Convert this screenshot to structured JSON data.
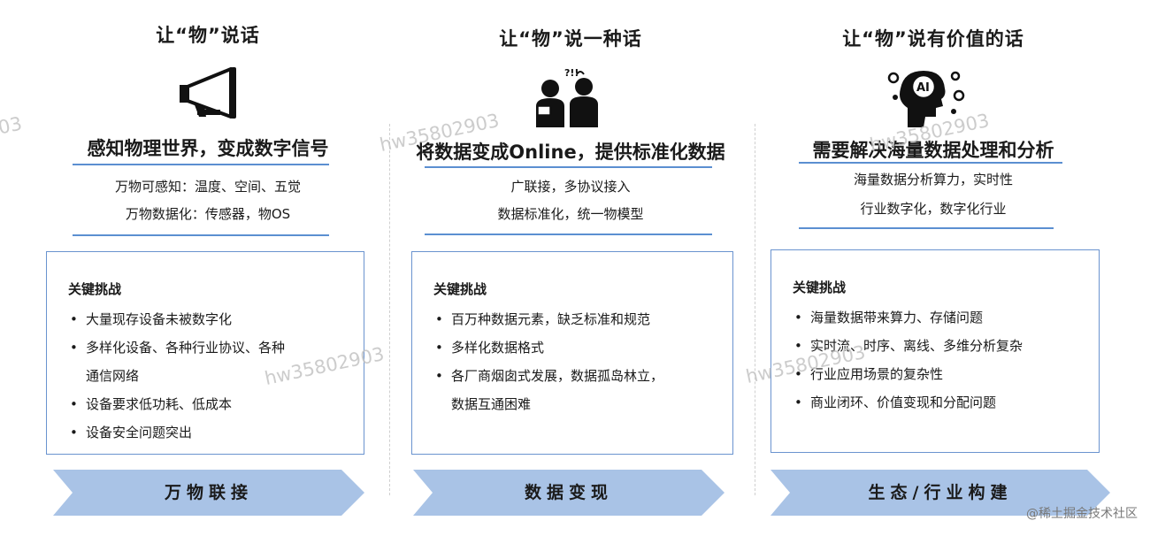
{
  "columns": [
    {
      "title": "让“物”说话",
      "icon": "megaphone-icon",
      "heading": "感知物理世界，变成数字信号",
      "lines": [
        "万物可感知：温度、空间、五觉",
        "万物数据化：传感器，物OS"
      ],
      "challenge_title": "关键挑战",
      "challenges": [
        "大量现存设备未被数字化",
        "多样化设备、各种行业协议、各种",
        "通信网络",
        "设备要求低功耗、低成本",
        "设备安全问题突出"
      ],
      "stage": "万物联接"
    },
    {
      "title": "让“物”说一种话",
      "icon": "people-talking-icon",
      "icon_text": "?!!",
      "heading": "将数据变成Online，提供标准化数据",
      "lines": [
        "广联接，多协议接入",
        "数据标准化，统一物模型"
      ],
      "challenge_title": "关键挑战",
      "challenges": [
        "百万种数据元素，缺乏标准和规范",
        "多样化数据格式",
        "各厂商烟囱式发展，数据孤岛林立，",
        "数据互通困难"
      ],
      "stage": "数据变现"
    },
    {
      "title": "让“物”说有价值的话",
      "icon": "ai-head-icon",
      "icon_text": "AI",
      "heading": "需要解决海量数据处理和分析",
      "lines": [
        "海量数据分析算力，实时性",
        "行业数字化，数字化行业"
      ],
      "challenge_title": "关键挑战",
      "challenges": [
        "海量数据带来算力、存储问题",
        "实时流、时序、离线、多维分析复杂",
        "行业应用场景的复杂性",
        "商业闭环、价值变现和分配问题"
      ],
      "stage": "生态/行业构建"
    }
  ],
  "watermarks": [
    "03",
    "hw35802903",
    "hw35802903",
    "hw35802903",
    "hw35802903"
  ],
  "source": "@稀土掘金技术社区",
  "colors": {
    "accent": "#5b8fd1",
    "arrow": "#a9c3e6",
    "border": "#6a93cf"
  }
}
